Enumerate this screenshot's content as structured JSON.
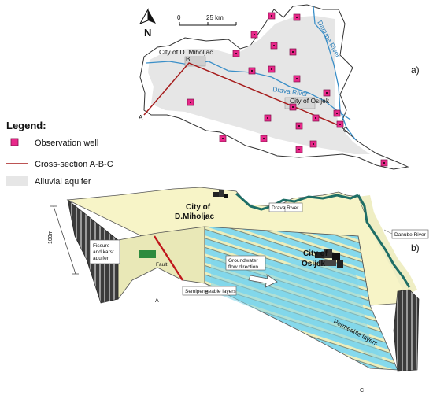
{
  "map_a": {
    "panel_label": "a)",
    "north_label": "N",
    "scale": {
      "zero": "0",
      "end": "25 km"
    },
    "labels": {
      "city_miholjac": "City of D. Miholjac",
      "city_osijek": "City of Osijek",
      "drava_river": "Drava River",
      "danube_river": "Danube River"
    },
    "section_points": {
      "a": "A",
      "b": "B",
      "c": "C"
    }
  },
  "legend": {
    "title": "Legend:",
    "items": [
      {
        "label": "Observation well",
        "symbol": "pink-square-icon",
        "color": "#e8288a"
      },
      {
        "label": "Cross-section A-B-C",
        "symbol": "red-line-icon",
        "color": "#a61c1c"
      },
      {
        "label": "Alluvial aquifer",
        "symbol": "grey-patch-icon",
        "color": "#e6e6e6"
      }
    ]
  },
  "block_b": {
    "panel_label": "b)",
    "thickness_label": "100m",
    "city_miholjac_line1": "City of",
    "city_miholjac_line2": "D.Miholjac",
    "city_osijek_line1": "City of",
    "city_osijek_line2": "Osijek",
    "drava_label": "Drava River",
    "danube_label": "Danube River",
    "fissure_line1": "Fissure",
    "fissure_line2": "and karst",
    "fissure_line3": "aquifer",
    "fault_label": "Fault",
    "flow_line1": "Groundwater",
    "flow_line2": "flow direction",
    "semipermeable_label": "Semipermeable layers",
    "permeable_label": "Permeable layers",
    "point_a": "A",
    "point_b": "B",
    "point_c": "C"
  },
  "colors": {
    "surface": "#f7f4c7",
    "permeable": "#7fd6ea",
    "semipermeable": "#e4e6b6",
    "river": "#1e6e66",
    "fault": "#c0161b",
    "well": "#e8288a"
  }
}
